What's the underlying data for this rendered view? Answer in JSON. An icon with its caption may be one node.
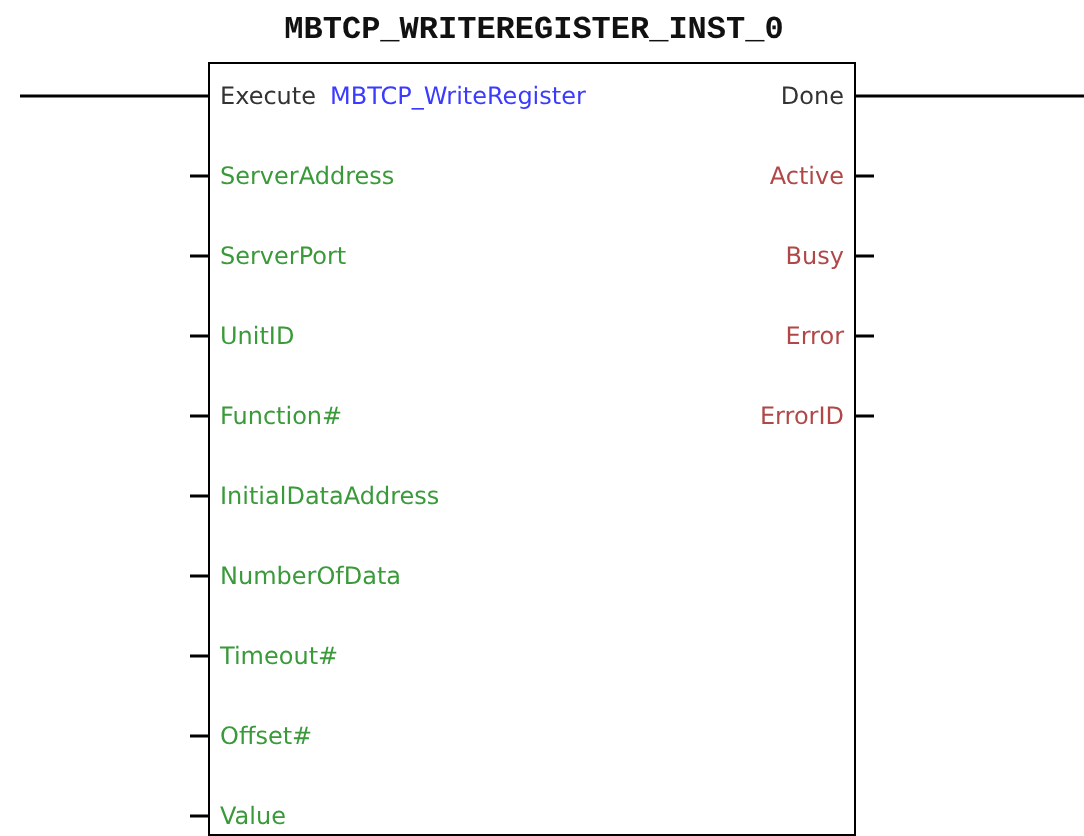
{
  "diagram": {
    "nodes": [
      {
        "text": [
          "MBTCP_WRITEREGISTER_INST_0",
          "MBTCP_WriteRegister"
        ]
      },
      {
        "text": [
          "Execute"
        ],
        "in": 0
      },
      {
        "text": [
          "Done"
        ],
        "in": 0
      },
      {
        "text": [
          "ServerAddress"
        ],
        "in": 0
      },
      {
        "text": [
          "Active"
        ],
        "in": 0
      },
      {
        "text": [
          "ServerPort"
        ],
        "in": 0
      },
      {
        "text": [
          "Busy"
        ],
        "in": 0
      },
      {
        "text": [
          "UnitID"
        ],
        "in": 0
      },
      {
        "text": [
          "Error"
        ],
        "in": 0
      },
      {
        "text": [
          "Function#"
        ],
        "in": 0
      },
      {
        "text": [
          "ErrorID"
        ],
        "in": 0
      },
      {
        "text": [
          "InitialDataAddress"
        ],
        "in": 0
      },
      {
        "text": [
          "NumberOfData"
        ],
        "in": 0
      },
      {
        "text": [
          "Timeout#"
        ],
        "in": 0
      },
      {
        "text": [
          "Offset#"
        ],
        "in": 0
      },
      {
        "text": [
          "Value"
        ],
        "in": 0
      }
    ],
    "edges": [
      {
        "from": null,
        "to": 1,
        "arrow": "none"
      },
      {
        "from": 2,
        "to": null,
        "arrow": "none"
      },
      {
        "from": null,
        "to": 3,
        "arrow": "none"
      },
      {
        "from": 4,
        "to": null,
        "arrow": "none"
      },
      {
        "from": null,
        "to": 5,
        "arrow": "none"
      },
      {
        "from": 6,
        "to": null,
        "arrow": "none"
      },
      {
        "from": null,
        "to": 7,
        "arrow": "none"
      },
      {
        "from": 8,
        "to": null,
        "arrow": "none"
      },
      {
        "from": null,
        "to": 9,
        "arrow": "none"
      },
      {
        "from": 10,
        "to": null,
        "arrow": "none"
      },
      {
        "from": null,
        "to": 11,
        "arrow": "none"
      },
      {
        "from": null,
        "to": 12,
        "arrow": "none"
      },
      {
        "from": null,
        "to": 13,
        "arrow": "none"
      },
      {
        "from": null,
        "to": 14,
        "arrow": "none"
      },
      {
        "from": null,
        "to": 15,
        "arrow": "none"
      }
    ]
  }
}
